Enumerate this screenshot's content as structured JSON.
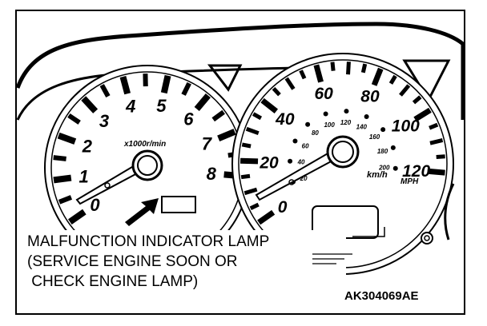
{
  "tachometer": {
    "numbers": [
      "0",
      "1",
      "2",
      "3",
      "4",
      "5",
      "6",
      "7",
      "8"
    ],
    "unit_label": "x1000r/min"
  },
  "speedometer": {
    "kmh_numbers": [
      "0",
      "20",
      "40",
      "60",
      "80",
      "100",
      "120"
    ],
    "kmh_unit": "km/h",
    "mph_numbers": [
      "20",
      "40",
      "60",
      "80",
      "100",
      "120",
      "140",
      "160",
      "180",
      "200"
    ],
    "mph_unit": "MPH"
  },
  "callout": {
    "line1": "MALFUNCTION INDICATOR LAMP",
    "line2": "(SERVICE ENGINE SOON OR",
    "line3": " CHECK ENGINE LAMP)"
  },
  "figure_id": "AK304069AE"
}
